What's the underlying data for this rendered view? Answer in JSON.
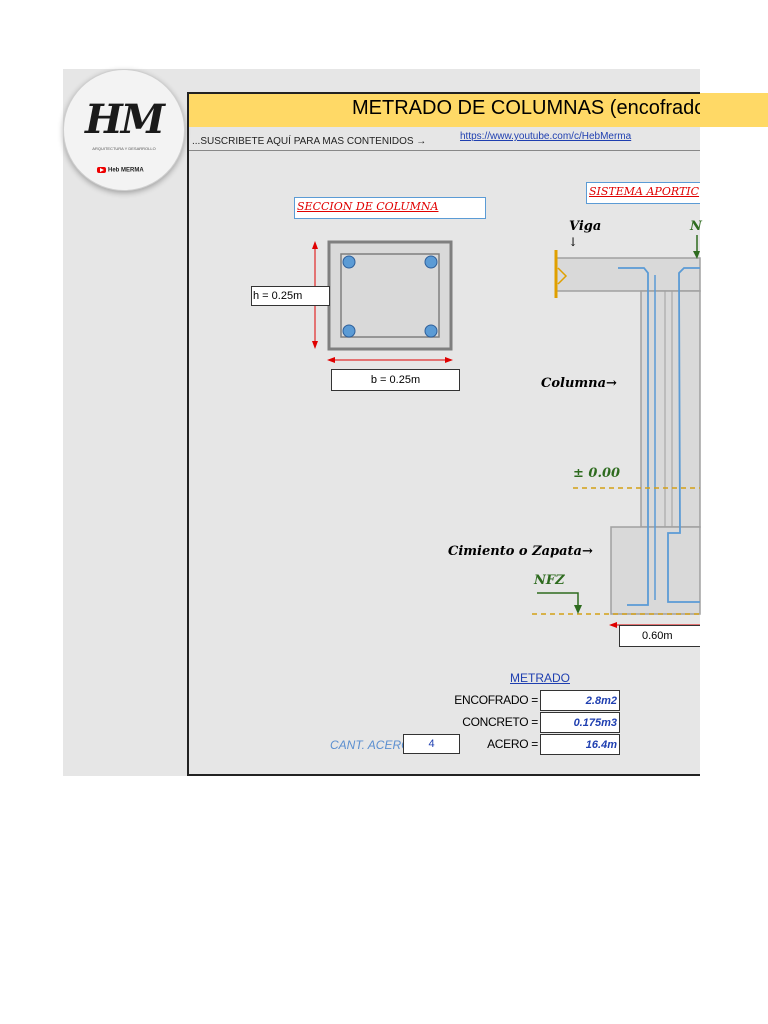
{
  "logo": {
    "mark": "HM",
    "subtitle": "ARQUITECTURA Y DESARROLLO",
    "channel": "Heb MERMA"
  },
  "header": {
    "title": "METRADO DE COLUMNAS (encofrado",
    "subscribe_text": "...SUSCRIBETE AQUÍ PARA MAS CONTENIDOS →",
    "link": "https://www.youtube.com/c/HebMerma"
  },
  "section": {
    "label": "SECCION DE COLUMNA",
    "h_label": "h = 0.25m",
    "b_label": "b = 0.25m"
  },
  "system": {
    "label": "SISTEMA APORTIC",
    "viga": "Viga",
    "n_label": "N",
    "columna": "Columna→",
    "level": "± 0.00",
    "cimiento": "Cimiento o Zapata→",
    "nfz": "NFZ",
    "footing_width": "0.60m"
  },
  "metrado": {
    "title": "METRADO",
    "rows": [
      {
        "label": "ENCOFRADO =",
        "value": "2.8m2"
      },
      {
        "label": "CONCRETO =",
        "value": "0.175m3"
      },
      {
        "label": "ACERO =",
        "value": "16.4m"
      }
    ],
    "cant_acero_label": "CANT. ACERO:",
    "cant_acero_value": "4"
  },
  "colors": {
    "title_bg": "#ffd966",
    "steel_blue": "#5b9bd5",
    "dimension_red": "#e00000",
    "level_line": "#d4a017",
    "label_green": "#2e6b1f"
  }
}
